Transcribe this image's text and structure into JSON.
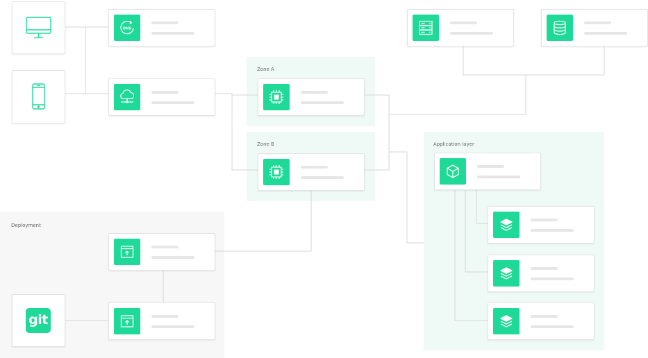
{
  "zones": {
    "zone_a": "Zone A",
    "zone_b": "Zone B",
    "application_layer": "Application layer",
    "deployment": "Deployment"
  },
  "git_logo_text": "git",
  "dns_icon_text": "DNS",
  "colors": {
    "accent": "#1ed997",
    "zone_fill": "#effaf6",
    "deployment_fill": "#f7f7f7",
    "connector": "#d4d4d4",
    "device_stroke": "#1ed997"
  },
  "nodes": [
    {
      "name": "dns-node",
      "icon": "dns-icon"
    },
    {
      "name": "cloud-network-node",
      "icon": "cloud-network-icon"
    },
    {
      "name": "zone-a-compute-node",
      "icon": "cpu-chip-icon"
    },
    {
      "name": "zone-b-compute-node",
      "icon": "cpu-chip-icon"
    },
    {
      "name": "server-node",
      "icon": "server-rack-icon"
    },
    {
      "name": "database-node",
      "icon": "database-icon"
    },
    {
      "name": "application-node",
      "icon": "cube-icon"
    },
    {
      "name": "layer-node-1",
      "icon": "layers-icon"
    },
    {
      "name": "layer-node-2",
      "icon": "layers-icon"
    },
    {
      "name": "layer-node-3",
      "icon": "layers-icon"
    },
    {
      "name": "deploy-upload-node-1",
      "icon": "upload-window-icon"
    },
    {
      "name": "deploy-upload-node-2",
      "icon": "upload-window-icon"
    }
  ]
}
